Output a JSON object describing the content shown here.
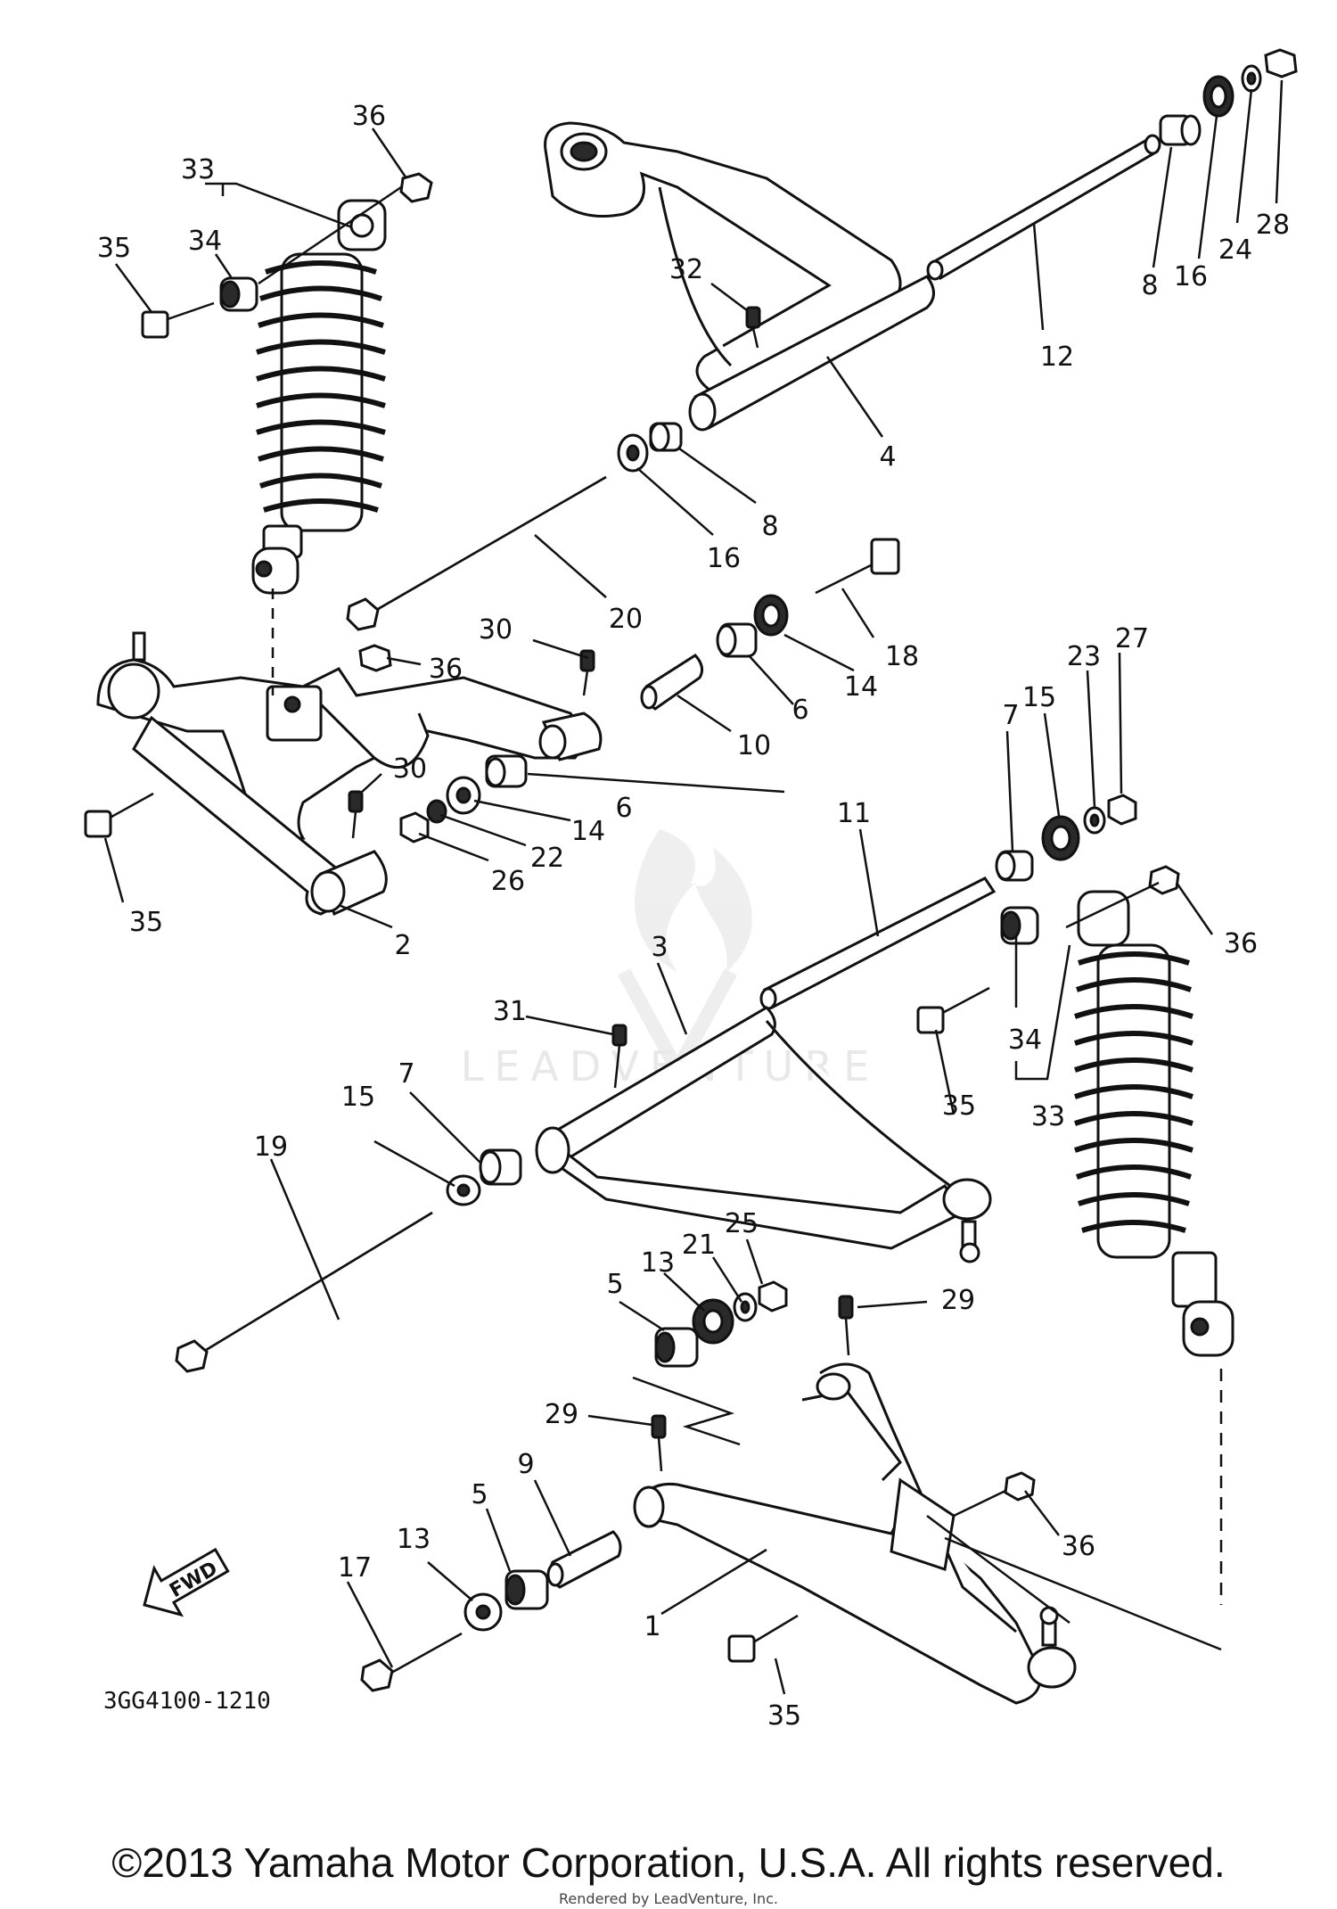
{
  "diagram": {
    "part_code": "3GG4100-1210",
    "fwd_label": "FWD",
    "watermark": "LEADVENTURE",
    "callouts": [
      {
        "id": "c36a",
        "text": "36"
      },
      {
        "id": "c33a",
        "text": "33"
      },
      {
        "id": "c35a",
        "text": "35"
      },
      {
        "id": "c34a",
        "text": "34"
      },
      {
        "id": "c32",
        "text": "32"
      },
      {
        "id": "c8a",
        "text": "8"
      },
      {
        "id": "c16a",
        "text": "16"
      },
      {
        "id": "c24",
        "text": "24"
      },
      {
        "id": "c28",
        "text": "28"
      },
      {
        "id": "c12",
        "text": "12"
      },
      {
        "id": "c4",
        "text": "4"
      },
      {
        "id": "c8b",
        "text": "8"
      },
      {
        "id": "c16b",
        "text": "16"
      },
      {
        "id": "c20",
        "text": "20"
      },
      {
        "id": "c18",
        "text": "18"
      },
      {
        "id": "c30a",
        "text": "30"
      },
      {
        "id": "c36b",
        "text": "36"
      },
      {
        "id": "c14a",
        "text": "14"
      },
      {
        "id": "c6a",
        "text": "6"
      },
      {
        "id": "c10",
        "text": "10"
      },
      {
        "id": "c30b",
        "text": "30"
      },
      {
        "id": "c6b",
        "text": "6"
      },
      {
        "id": "c14b",
        "text": "14"
      },
      {
        "id": "c22",
        "text": "22"
      },
      {
        "id": "c26",
        "text": "26"
      },
      {
        "id": "c35b",
        "text": "35"
      },
      {
        "id": "c2",
        "text": "2"
      },
      {
        "id": "c27",
        "text": "27"
      },
      {
        "id": "c23",
        "text": "23"
      },
      {
        "id": "c15a",
        "text": "15"
      },
      {
        "id": "c7a",
        "text": "7"
      },
      {
        "id": "c11",
        "text": "11"
      },
      {
        "id": "c36c",
        "text": "36"
      },
      {
        "id": "c3",
        "text": "3"
      },
      {
        "id": "c31",
        "text": "31"
      },
      {
        "id": "c34b",
        "text": "34"
      },
      {
        "id": "c35c",
        "text": "35"
      },
      {
        "id": "c33b",
        "text": "33"
      },
      {
        "id": "c7b",
        "text": "7"
      },
      {
        "id": "c15b",
        "text": "15"
      },
      {
        "id": "c19",
        "text": "19"
      },
      {
        "id": "c25",
        "text": "25"
      },
      {
        "id": "c21",
        "text": "21"
      },
      {
        "id": "c13a",
        "text": "13"
      },
      {
        "id": "c5a",
        "text": "5"
      },
      {
        "id": "c29a",
        "text": "29"
      },
      {
        "id": "c29b",
        "text": "29"
      },
      {
        "id": "c9",
        "text": "9"
      },
      {
        "id": "c5b",
        "text": "5"
      },
      {
        "id": "c13b",
        "text": "13"
      },
      {
        "id": "c17",
        "text": "17"
      },
      {
        "id": "c36d",
        "text": "36"
      },
      {
        "id": "c1",
        "text": "1"
      },
      {
        "id": "c35d",
        "text": "35"
      }
    ]
  },
  "footer": {
    "copyright": "©2013 Yamaha Motor Corporation, U.S.A. All rights reserved.",
    "rendered_by": "Rendered by LeadVenture, Inc."
  }
}
